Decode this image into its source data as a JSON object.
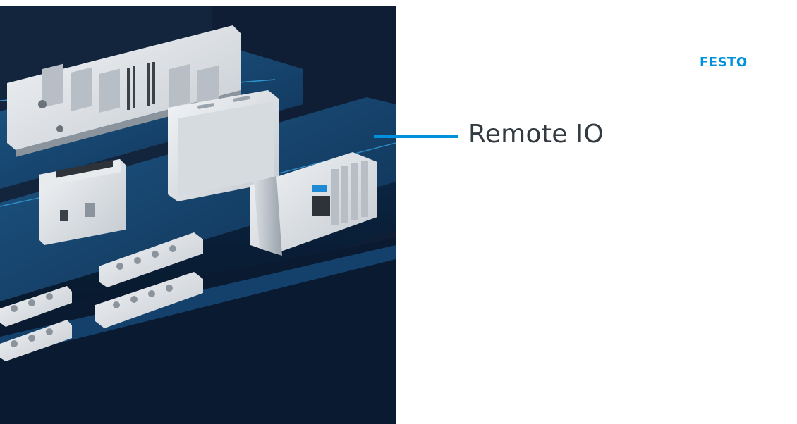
{
  "logo": {
    "text": "FESTO",
    "color": "#0091dc"
  },
  "label": {
    "text": "Remote IO",
    "color": "#333a40"
  },
  "pointer": {
    "color": "#0091dc"
  },
  "photo": {
    "subject": "festo-automation-products-image"
  }
}
